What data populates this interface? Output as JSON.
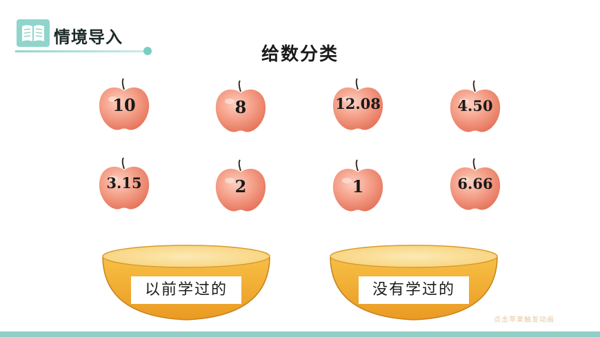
{
  "header": {
    "section_title": "情境导入"
  },
  "page_title": "给数分类",
  "apples": [
    {
      "label": "10"
    },
    {
      "label": "8"
    },
    {
      "label": "12.08"
    },
    {
      "label": "4.50"
    },
    {
      "label": "3.15"
    },
    {
      "label": "2"
    },
    {
      "label": "1"
    },
    {
      "label": "6.66"
    }
  ],
  "bowls": [
    {
      "label": "以前学过的"
    },
    {
      "label": "没有学过的"
    }
  ],
  "hint": "点击苹果触发动画",
  "colors": {
    "accent": "#76cfc1",
    "apple": "#f08a72",
    "bowl": "#f4b742"
  },
  "icons": [
    "book-icon",
    "apple-icon",
    "bowl-icon"
  ]
}
